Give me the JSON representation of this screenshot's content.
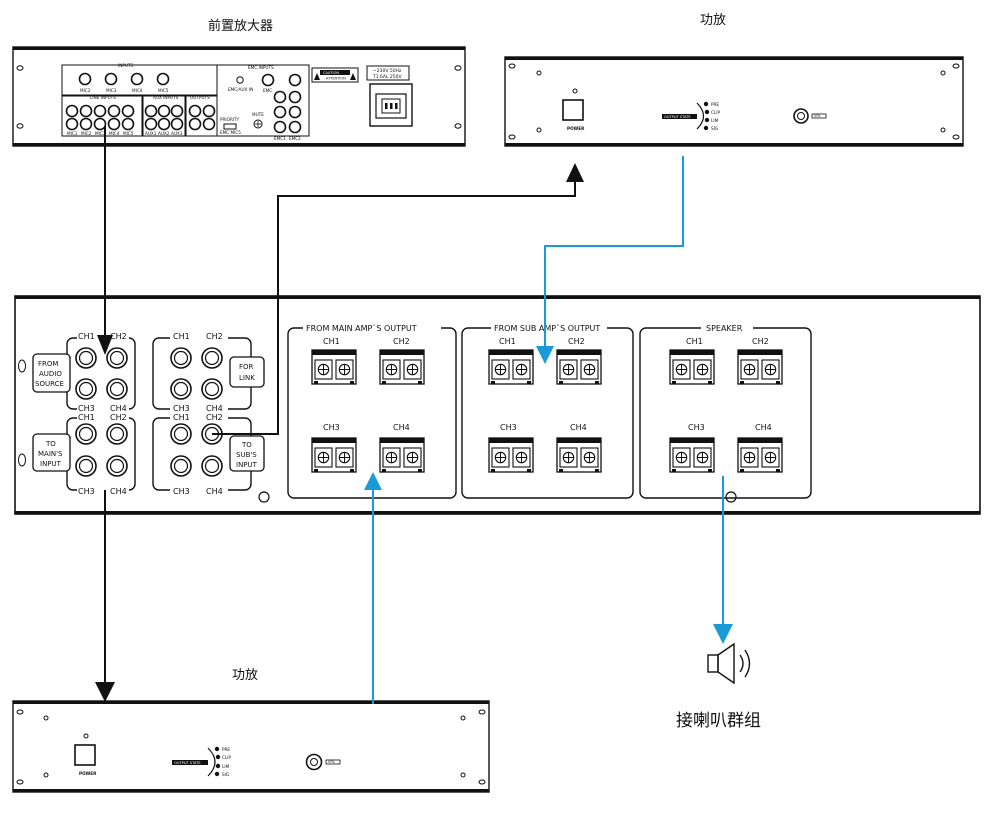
{
  "titles": {
    "preamp": "前置放大器",
    "amp_top": "功放",
    "amp_bottom": "功放",
    "speaker_group": "接喇叭群组"
  },
  "preamp": {
    "inputs_label": "INPUTS",
    "mic_labels": [
      "MIC2",
      "MIC3",
      "MIC4",
      "MIC5"
    ],
    "emc_inputs_label": "EMC INPUTS",
    "emc_label": "EMC",
    "line_inputs_label": "LINE INPUTS",
    "line_labels": [
      "MIC1",
      "MIC2",
      "MIC3",
      "MIC4",
      "MIC5"
    ],
    "aux_inputs_label": "AUX INPUTS",
    "aux_labels": [
      "AUX1",
      "AUX2",
      "AUX3"
    ],
    "outputs_label": "OUTPUTS",
    "emcaux_label": "EMC/AUX IN",
    "mute_label": "MUTE",
    "priority_label": "PRIORITY",
    "priority_sub": "EMC MIC5",
    "emc_bottom": [
      "EMC1",
      "EMC2"
    ],
    "warning1": "CAUTION",
    "warning2": "ATTENTION",
    "power_text1": "~230V 50Hz",
    "power_text2": "T1.6AL 250V"
  },
  "amp": {
    "power_label": "POWER",
    "output_state": "OUTPUT STATE",
    "leds": [
      "PRE",
      "CLIP",
      "LIM",
      "SIG"
    ],
    "vol_label": "VOL"
  },
  "switcher": {
    "ch": [
      "CH1",
      "CH2",
      "CH3",
      "CH4"
    ],
    "from_audio_source": [
      "FROM",
      "AUDIO",
      "SOURCE"
    ],
    "for_link": [
      "FOR",
      "LINK"
    ],
    "to_main": [
      "TO",
      "MAIN'S",
      "INPUT"
    ],
    "to_sub": [
      "TO",
      "SUB'S",
      "INPUT"
    ],
    "section_main": "FROM MAIN AMP`S OUTPUT",
    "section_sub": "FROM SUB AMP`S OUTPUT",
    "section_speaker": "SPEAKER"
  },
  "colors": {
    "blue_arrow": "#1A9AD7",
    "black_arrow": "#111111"
  }
}
